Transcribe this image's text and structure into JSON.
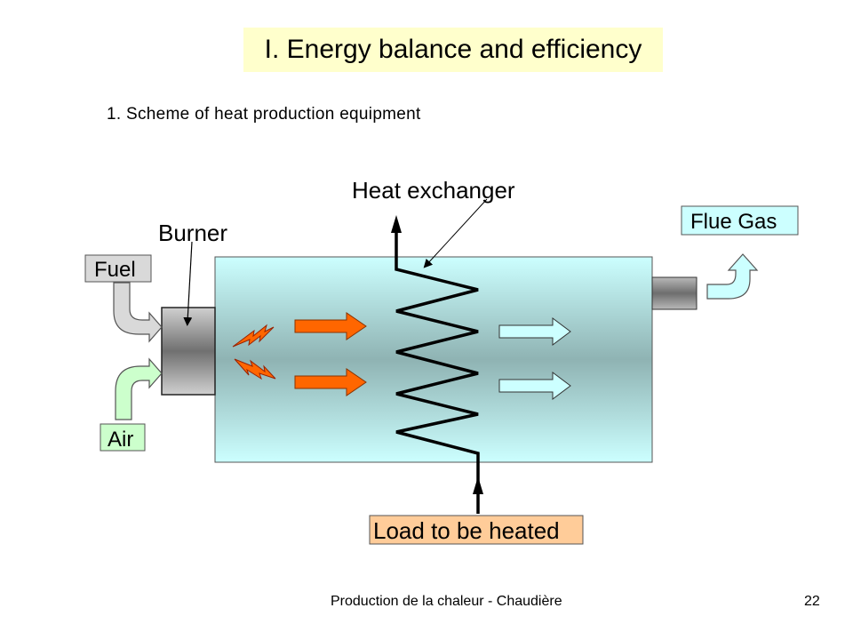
{
  "slide": {
    "title": "I. Energy balance and efficiency",
    "subtitle": "1. Scheme of heat production equipment"
  },
  "diagram": {
    "labels": {
      "heat_exchanger": "Heat exchanger",
      "burner": "Burner",
      "fuel": "Fuel",
      "air": "Air",
      "flue_gas": "Flue Gas",
      "load": "Load to be heated"
    },
    "colors": {
      "vessel_light": "#ccffff",
      "vessel_dark": "#8fb3b3",
      "fuel_box": "#d9d9d9",
      "air_box": "#ccffcc",
      "flue_box": "#ccffff",
      "load_box": "#ffcc99",
      "hot_arrow": "#ff6600",
      "cool_arrow": "#ccffff"
    }
  },
  "footer": {
    "text": "Production de la chaleur - Chaudière",
    "page_number": "22"
  }
}
